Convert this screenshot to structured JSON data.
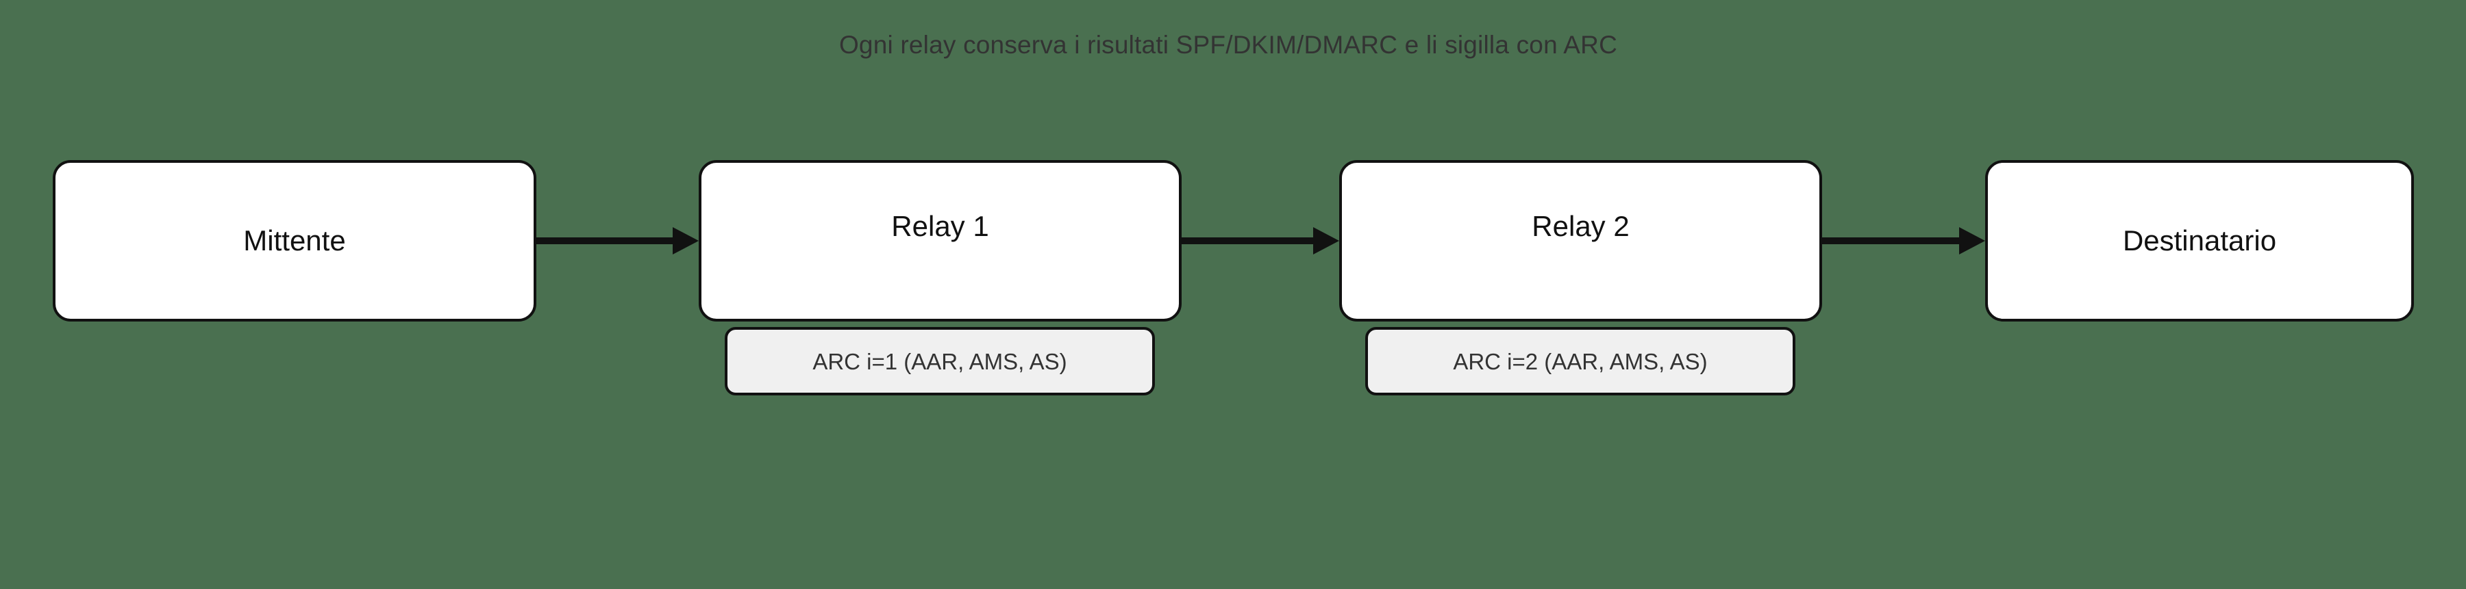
{
  "diagram": {
    "title": "Ogni relay conserva i risultati SPF/DKIM/DMARC e li sigilla con ARC",
    "background_color": "#4a7050",
    "node_fill_color": "#ffffff",
    "node_border_color": "#111111",
    "sublabel_fill_color": "#f0f0f0",
    "title_color": "#333333",
    "nodes": [
      {
        "id": "mittente",
        "label": "Mittente"
      },
      {
        "id": "relay1",
        "label": "Relay 1"
      },
      {
        "id": "relay2",
        "label": "Relay 2"
      },
      {
        "id": "destinatario",
        "label": "Destinatario"
      }
    ],
    "sublabels": [
      {
        "id": "arc1",
        "label": "ARC i=1 (AAR, AMS, AS)",
        "attached_to": "relay1"
      },
      {
        "id": "arc2",
        "label": "ARC i=2 (AAR, AMS, AS)",
        "attached_to": "relay2"
      }
    ],
    "edges": [
      {
        "id": "e1",
        "from": "mittente",
        "to": "relay1",
        "label": "",
        "style": "solid-arrow"
      },
      {
        "id": "e2",
        "from": "relay1",
        "to": "relay2",
        "label": "",
        "style": "solid-arrow"
      },
      {
        "id": "e3",
        "from": "relay2",
        "to": "destinatario",
        "label": "",
        "style": "solid-arrow"
      }
    ]
  }
}
